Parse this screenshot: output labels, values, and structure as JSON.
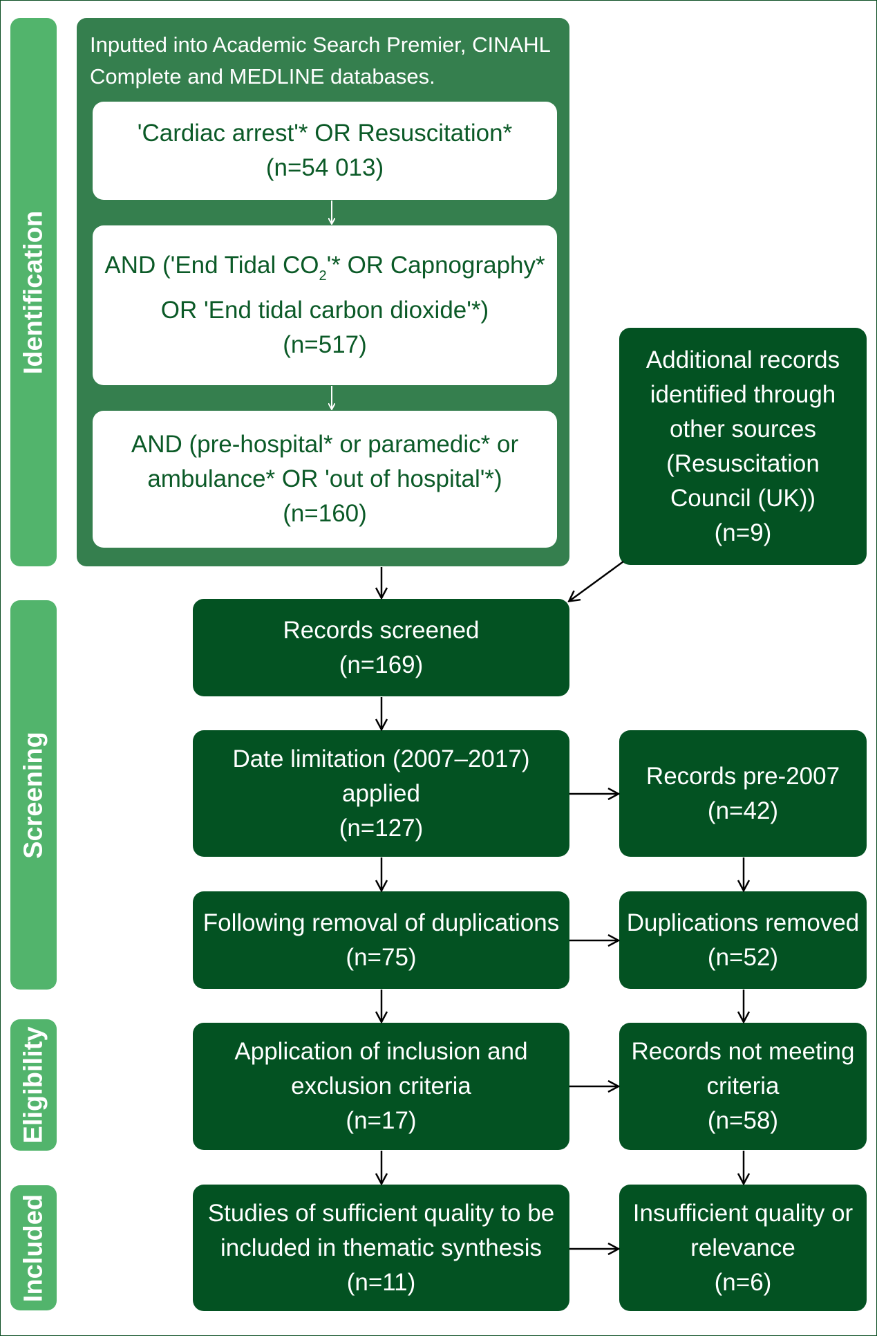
{
  "stages": [
    "Identification",
    "Screening",
    "Eligibility",
    "Included"
  ],
  "identification": {
    "header": "Inputted into Academic Search Premier, CINAHL Complete and MEDLINE databases.",
    "box1": {
      "line1": "'Cardiac arrest'* OR Resuscitation*",
      "count": "(n=54 013)"
    },
    "box2": {
      "line1a": "AND ('End Tidal CO",
      "line1sub": "2",
      "line1b": "'* OR Capnography*",
      "line2": "OR 'End tidal carbon dioxide'*)",
      "count": "(n=517)"
    },
    "box3": {
      "line1": "AND (pre-hospital* or paramedic* or",
      "line2": "ambulance* OR 'out of hospital'*)",
      "count": "(n=160)"
    },
    "additional": {
      "line1": "Additional records",
      "line2": "identified through",
      "line3": "other sources",
      "line4": "(Resuscitation",
      "line5": "Council (UK))",
      "count": "(n=9)"
    }
  },
  "flow": {
    "screened": {
      "line1": "Records screened",
      "count": "(n=169)"
    },
    "date_limit": {
      "line1": "Date limitation (2007–2017)",
      "line2": "applied",
      "count": "(n=127)"
    },
    "pre2007": {
      "line1": "Records pre-2007",
      "count": "(n=42)"
    },
    "dedup": {
      "line1": "Following removal of duplications",
      "count": "(n=75)"
    },
    "dups_removed": {
      "line1": "Duplications removed",
      "count": "(n=52)"
    },
    "inclusion": {
      "line1": "Application of inclusion and",
      "line2": "exclusion criteria",
      "count": "(n=17)"
    },
    "not_meeting": {
      "line1": "Records not meeting",
      "line2": "criteria",
      "count": "(n=58)"
    },
    "included": {
      "line1": "Studies of sufficient quality to be",
      "line2": "included in thematic synthesis",
      "count": "(n=11)"
    },
    "insufficient": {
      "line1": "Insufficient quality or",
      "line2": "relevance",
      "count": "(n=6)"
    }
  },
  "colors": {
    "dark_green": "#035222",
    "mid_green": "#357f4e",
    "light_green": "#52b46c",
    "text_green": "#0b5a27"
  }
}
